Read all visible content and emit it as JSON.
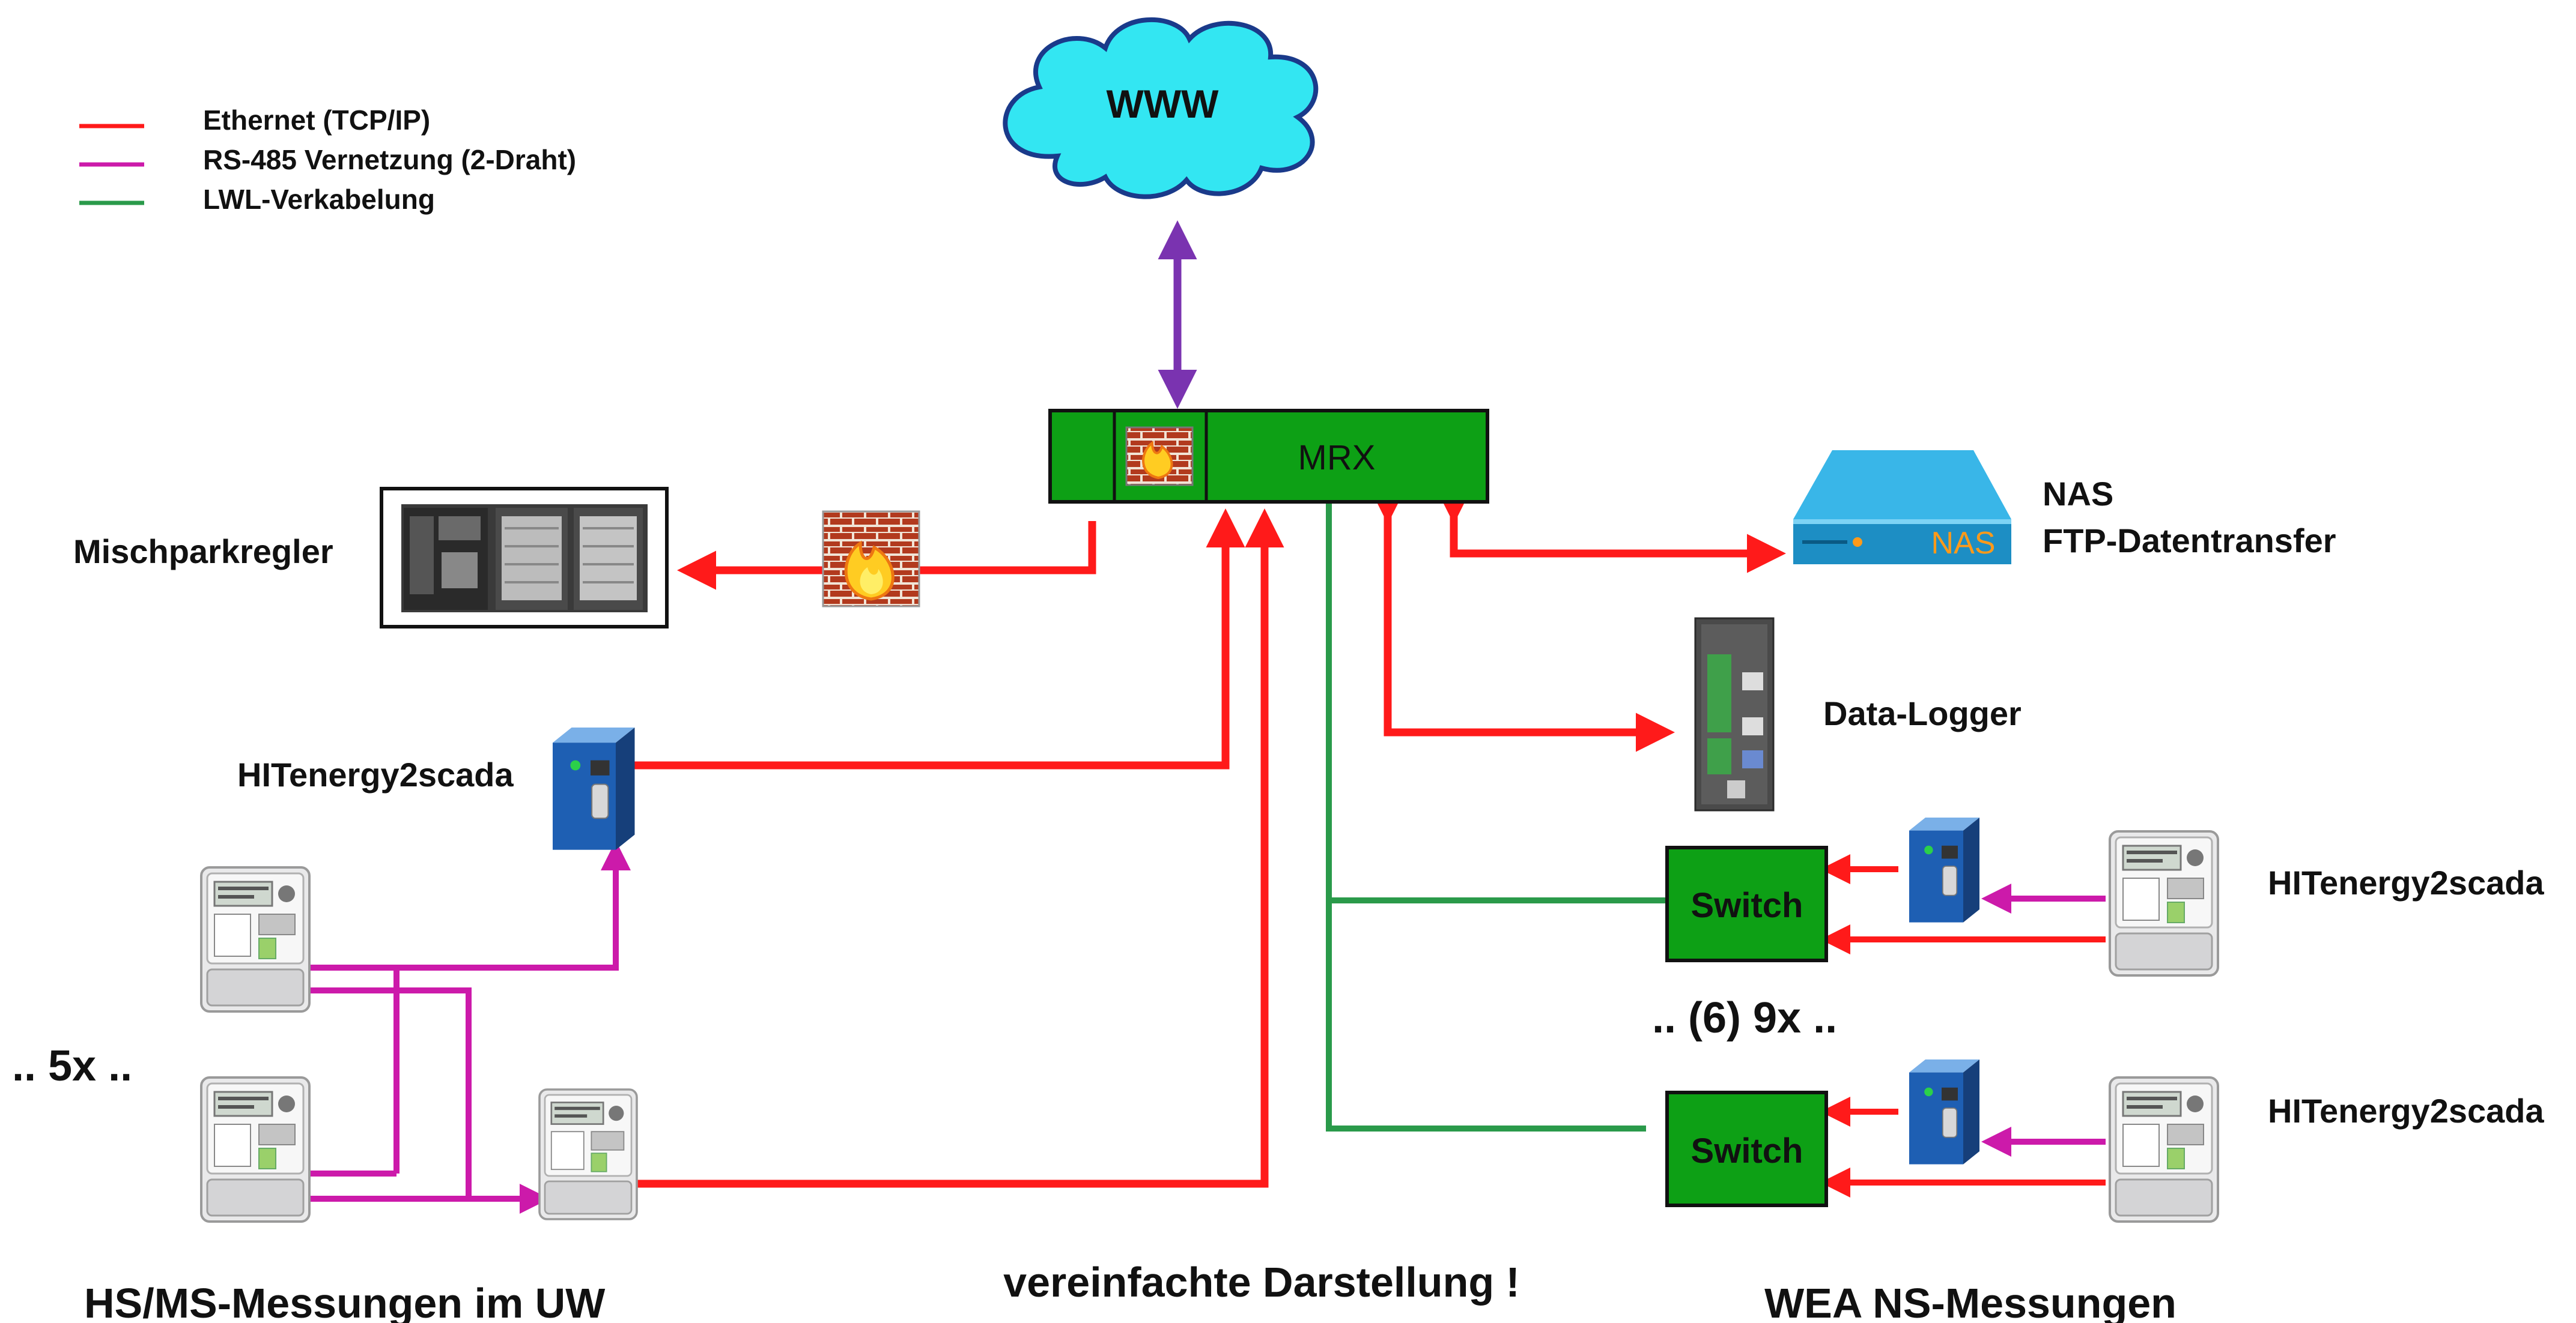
{
  "legend": [
    {
      "label": "Ethernet (TCP/IP)",
      "color": "#ff1a1a"
    },
    {
      "label": "RS-485 Vernetzung (2-Draht)",
      "color": "#cc1aaa"
    },
    {
      "label": "LWL-Verkabelung",
      "color": "#2a9a4a"
    }
  ],
  "nodes": {
    "www": "WWW",
    "mrx": "MRX",
    "nas_device": "NAS",
    "nas_label_1": "NAS",
    "nas_label_2": "FTP-Datentransfer",
    "mischpark": "Mischparkregler",
    "datalogger": "Data-Logger",
    "hit_left": "HITenergy2scada",
    "hit_right_top": "HITenergy2scada",
    "hit_right_bottom": "HITenergy2scada",
    "switch_top": "Switch",
    "switch_bottom": "Switch",
    "count_left": ".. 5x ..",
    "count_right": ".. (6) 9x .."
  },
  "captions": {
    "left": "HS/MS-Messungen im UW",
    "center": "vereinfachte Darstellung !",
    "right": "WEA NS-Messungen"
  },
  "colors": {
    "ethernet": "#ff1a1a",
    "rs485": "#cc1aaa",
    "lwl": "#2a9a4a",
    "internet_link": "#7a33b0",
    "mrx_fill": "#0da015",
    "switch_fill": "#0da015",
    "cloud_fill": "#33e6f2",
    "nas_fill": "#2aa0d4"
  },
  "icons": [
    "cloud-icon",
    "firewall-icon",
    "plc-icon",
    "nas-icon",
    "datalogger-icon",
    "converter-icon",
    "meter-icon"
  ]
}
